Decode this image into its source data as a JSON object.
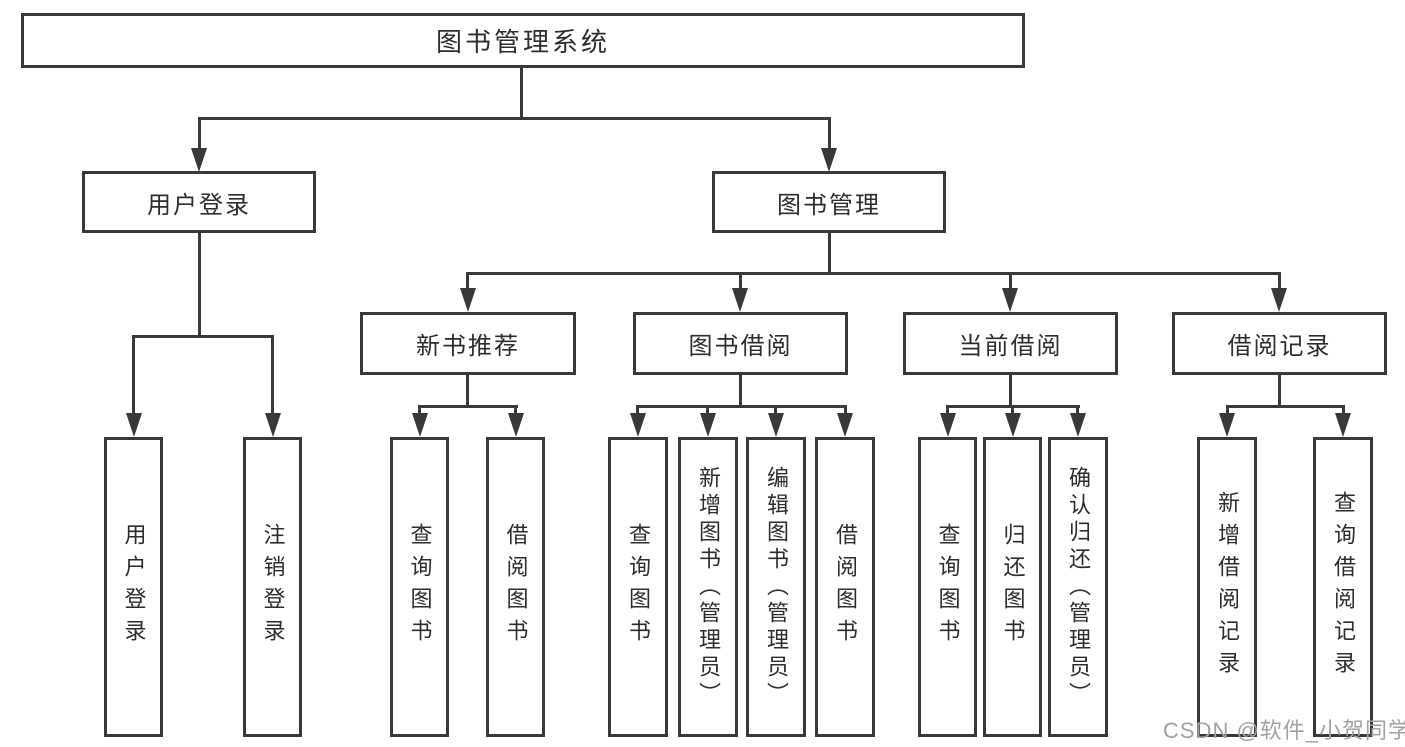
{
  "colors": {
    "line": "#39393b",
    "text": "#2d2d30",
    "background": "#ffffff",
    "watermark": "#a2a2a6"
  },
  "watermark": {
    "text": "CSDN @软件_小贺同学"
  },
  "tree": {
    "root": {
      "label": "图书管理系统"
    },
    "branches": [
      {
        "label": "用户登录",
        "children": [
          {
            "label": "用户登录"
          },
          {
            "label": "注销登录"
          }
        ]
      },
      {
        "label": "图书管理",
        "children": [
          {
            "label": "新书推荐",
            "children": [
              {
                "label": "查询图书"
              },
              {
                "label": "借阅图书"
              }
            ]
          },
          {
            "label": "图书借阅",
            "children": [
              {
                "label": "查询图书"
              },
              {
                "label": "新增图书（管理员）"
              },
              {
                "label": "编辑图书（管理员）"
              },
              {
                "label": "借阅图书"
              }
            ]
          },
          {
            "label": "当前借阅",
            "children": [
              {
                "label": "查询图书"
              },
              {
                "label": "归还图书"
              },
              {
                "label": "确认归还（管理员）"
              }
            ]
          },
          {
            "label": "借阅记录",
            "children": [
              {
                "label": "新增借阅记录"
              },
              {
                "label": "查询借阅记录"
              }
            ]
          }
        ]
      }
    ]
  }
}
